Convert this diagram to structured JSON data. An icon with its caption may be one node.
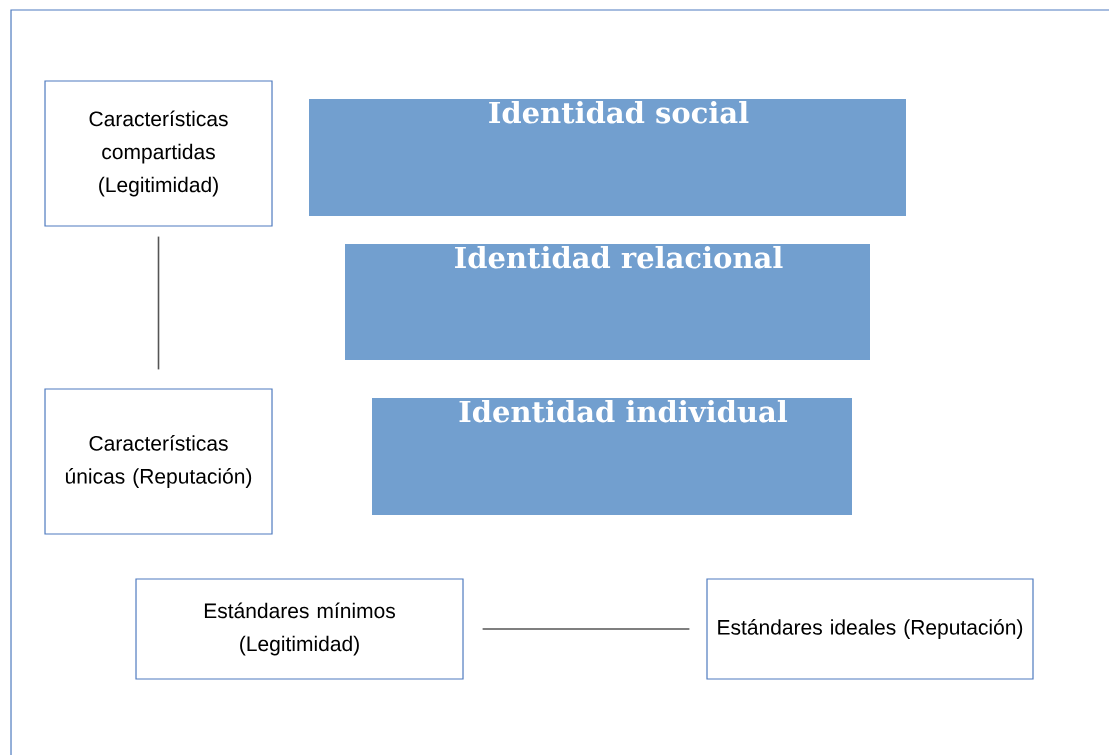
{
  "diagram": {
    "nodes": [
      {
        "text": [
          "Características compartidas (Legitimidad)"
        ]
      },
      {
        "text": [
          "Identidad social"
        ]
      },
      {
        "text": [
          "Identidad relacional"
        ]
      },
      {
        "text": [
          "Características únicas (Reputación)"
        ]
      },
      {
        "text": [
          "Identidad individual"
        ]
      },
      {
        "text": [
          "Estándares mínimos (Legitimidad)"
        ]
      },
      {
        "text": [
          "Estándares ideales (Reputación)"
        ]
      }
    ],
    "edges": [
      {
        "from": 0,
        "to": 3,
        "arrow": "none"
      },
      {
        "from": 5,
        "to": 6,
        "arrow": "none"
      }
    ]
  }
}
